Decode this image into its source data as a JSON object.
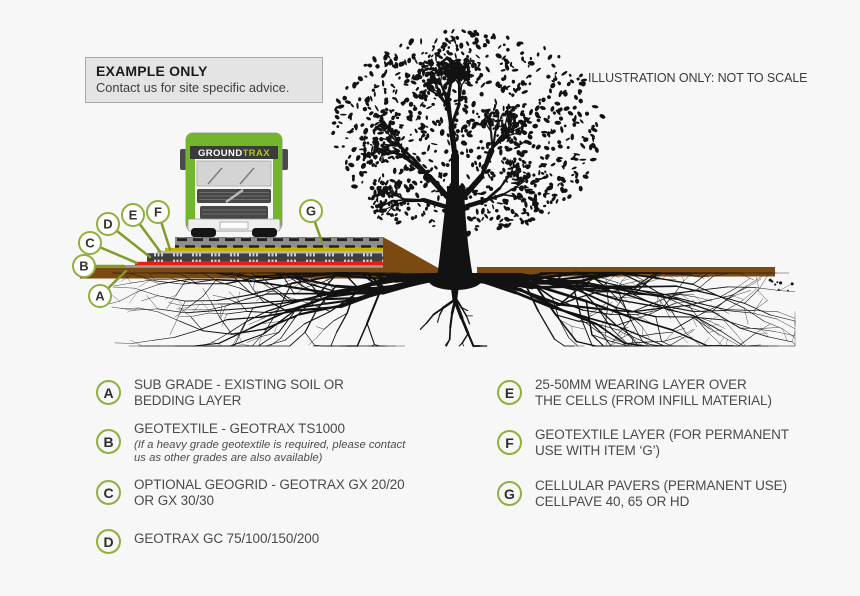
{
  "notices": {
    "example_box": {
      "title": "EXAMPLE ONLY",
      "subtitle": "Contact us for site specific advice."
    },
    "scale_note": "ILLUSTRATION ONLY: NOT TO SCALE"
  },
  "truck": {
    "brand_ground": "GROUND",
    "brand_trax": "TRAX"
  },
  "diagram": {
    "callouts": [
      {
        "letter": "A"
      },
      {
        "letter": "B"
      },
      {
        "letter": "C"
      },
      {
        "letter": "D"
      },
      {
        "letter": "E"
      },
      {
        "letter": "F"
      },
      {
        "letter": "G"
      }
    ]
  },
  "legend": {
    "left": [
      {
        "letter": "A",
        "lines": [
          "SUB GRADE - EXISTING SOIL OR",
          "BEDDING LAYER"
        ]
      },
      {
        "letter": "B",
        "lines": [
          "GEOTEXTILE - GEOTRAX TS1000"
        ],
        "note": [
          "(If a heavy grade geotextile is required, please contact",
          "us as other grades are also available)"
        ]
      },
      {
        "letter": "C",
        "lines": [
          "OPTIONAL GEOGRID - GEOTRAX GX 20/20",
          "OR GX 30/30"
        ]
      },
      {
        "letter": "D",
        "lines": [
          "GEOTRAX GC 75/100/150/200"
        ]
      }
    ],
    "right": [
      {
        "letter": "E",
        "lines": [
          "25-50MM WEARING LAYER OVER",
          "THE CELLS (FROM INFILL MATERIAL)"
        ]
      },
      {
        "letter": "F",
        "lines": [
          "GEOTEXTILE LAYER (FOR PERMANENT",
          "USE WITH ITEM ‘G’)"
        ]
      },
      {
        "letter": "G",
        "lines": [
          "CELLULAR PAVERS (PERMANENT USE)",
          "CELLPAVE 40, 65 OR HD"
        ]
      }
    ]
  },
  "colors": {
    "accent_green": "#8fb03a",
    "pointer_olive": "#7f9c28",
    "sub_grade_brown": "#7b4a12",
    "geotextile_gray": "#9a9a9a",
    "geogrid_red": "#ec1b0c",
    "wearing_gray": "#b5b5b5",
    "geotextile_yellow": "#c1b400",
    "cell_dark": "#3f3f3f",
    "paver_gray": "#8e8e8e",
    "truck_green": "#72b62c",
    "truck_logo_band": "#3b3b3b",
    "truck_logo_trax": "#a9c922",
    "tree_black": "#121212"
  }
}
